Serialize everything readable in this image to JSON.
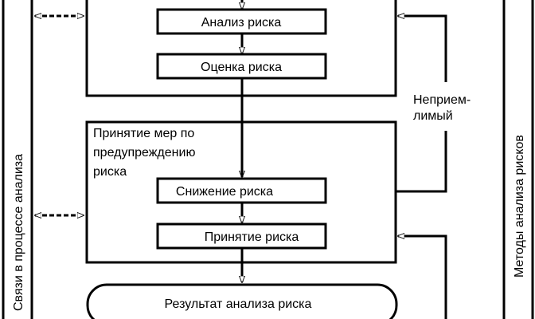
{
  "diagram": {
    "left_panel": {
      "label": "Связи в процессе анализа"
    },
    "right_panel": {
      "label": "Методы анализа рисков"
    },
    "upper_block": {
      "steps": [
        {
          "label": "Анализ риска"
        },
        {
          "label": "Оценка риска"
        }
      ]
    },
    "lower_block": {
      "title_lines": [
        "Принятие мер по",
        "предупреждению",
        "риска"
      ],
      "steps": [
        {
          "label": "Снижение риска"
        },
        {
          "label": "Принятие риска"
        }
      ]
    },
    "feedback_label_lines": [
      "Неприем-",
      "лимый"
    ],
    "result": {
      "label": "Результат анализа риска"
    },
    "colors": {
      "stroke": "#000000",
      "background": "#ffffff"
    }
  }
}
